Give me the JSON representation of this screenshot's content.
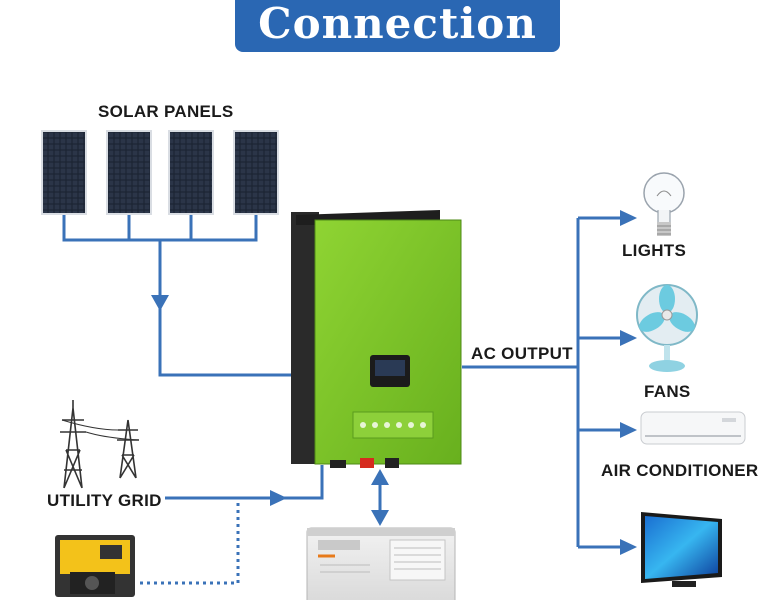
{
  "title": "Connection",
  "labels": {
    "solar_panels": "SOLAR PANELS",
    "utility_grid": "UTILITY GRID",
    "ac_output": "AC OUTPUT",
    "lights": "LIGHTS",
    "fans": "FANS",
    "air_conditioner": "AIR CONDITIONER"
  },
  "colors": {
    "banner": "#2a67b3",
    "line": "#3a72b8",
    "inverter_green": "#7cc22a",
    "inverter_dark": "#2a2a2a"
  },
  "icons": [
    "solar-panel-icon",
    "transmission-tower-icon",
    "generator-icon",
    "battery-icon",
    "light-bulb-icon",
    "fan-icon",
    "air-conditioner-icon",
    "television-icon",
    "inverter-icon"
  ]
}
